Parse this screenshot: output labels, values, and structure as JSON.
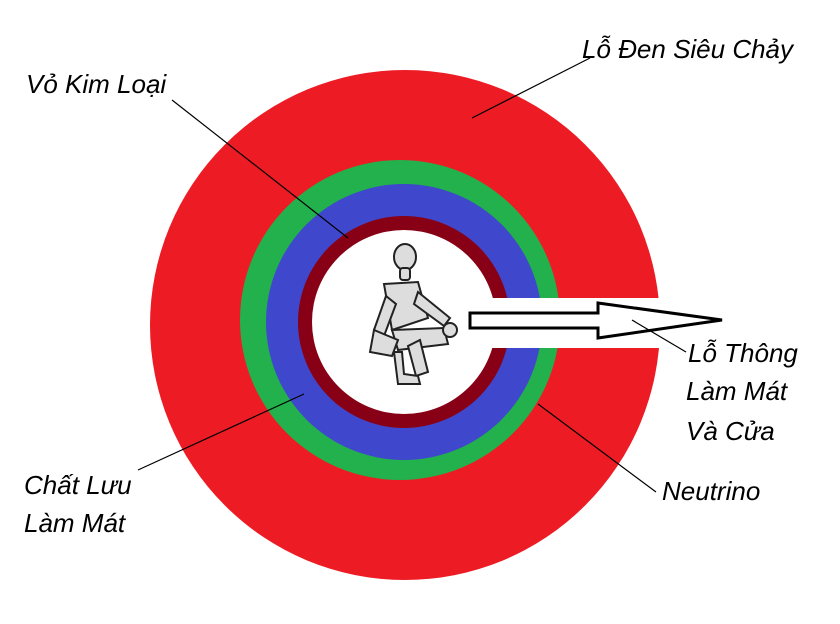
{
  "labels": {
    "superfluid_black_hole": "Lỗ Đen Siêu Chảy",
    "metal_shell": "Vỏ Kim Loại",
    "coolant_vent_line1": "Lỗ Thông",
    "coolant_vent_line2": "Làm Mát",
    "coolant_vent_line3": "Và Cửa",
    "coolant_line1": "Chất Lưu",
    "coolant_line2": "Làm Mát",
    "neutrino": "Neutrino"
  },
  "colors": {
    "outer_layer": "#ed1c24",
    "green_layer": "#22b14c",
    "blue_layer": "#3f48cc",
    "shell_layer": "#880015",
    "core": "#ffffff",
    "leader_lines": "#000000"
  },
  "icons": {
    "occupant": "crouching-human-figure",
    "vent": "arrow-right"
  }
}
